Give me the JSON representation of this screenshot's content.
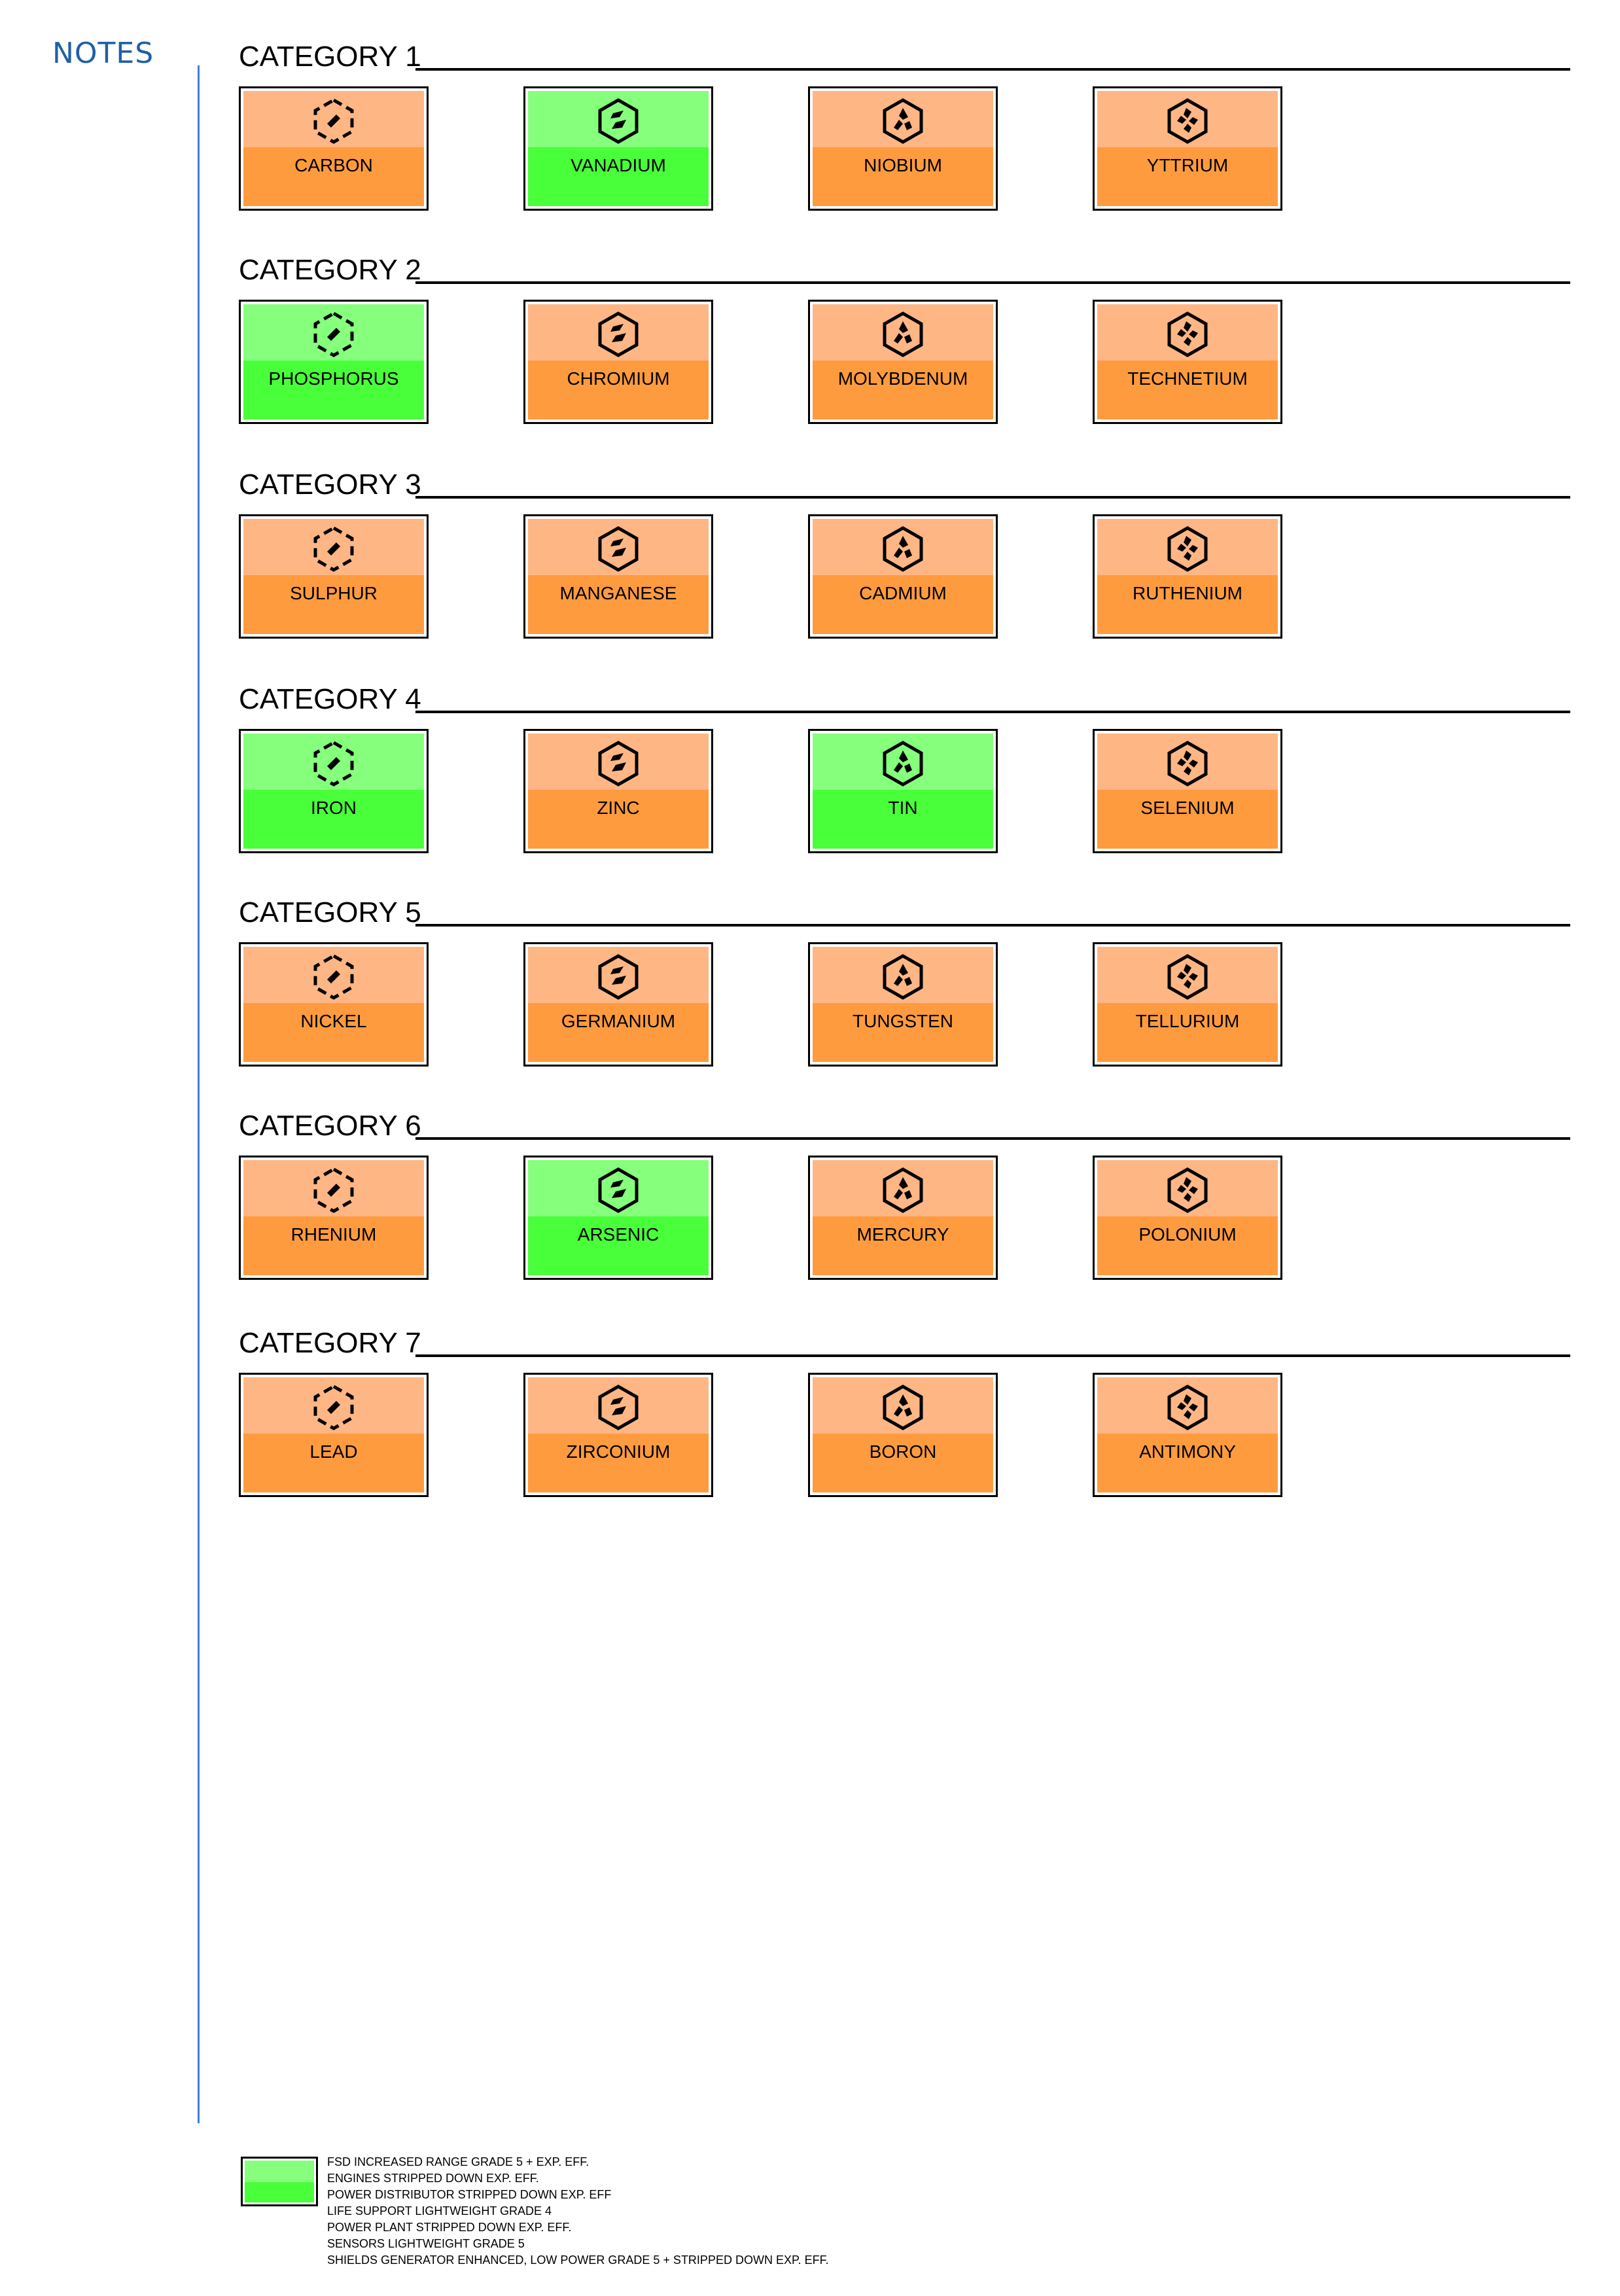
{
  "notes_title": "NOTES",
  "categories": [
    {
      "title": "CATEGORY 1",
      "items": [
        {
          "label": "CARBON",
          "state": "orange",
          "icon": "hex-grade-1-icon"
        },
        {
          "label": "VANADIUM",
          "state": "green",
          "icon": "hex-grade-2-icon"
        },
        {
          "label": "NIOBIUM",
          "state": "orange",
          "icon": "hex-grade-3-icon"
        },
        {
          "label": "YTTRIUM",
          "state": "orange",
          "icon": "hex-grade-4-icon"
        }
      ]
    },
    {
      "title": "CATEGORY 2",
      "items": [
        {
          "label": "PHOSPHORUS",
          "state": "green",
          "icon": "hex-grade-1-icon"
        },
        {
          "label": "CHROMIUM",
          "state": "orange",
          "icon": "hex-grade-2-icon"
        },
        {
          "label": "MOLYBDENUM",
          "state": "orange",
          "icon": "hex-grade-3-icon"
        },
        {
          "label": "TECHNETIUM",
          "state": "orange",
          "icon": "hex-grade-4-icon"
        }
      ]
    },
    {
      "title": "CATEGORY 3",
      "items": [
        {
          "label": "SULPHUR",
          "state": "orange",
          "icon": "hex-grade-1-icon"
        },
        {
          "label": "MANGANESE",
          "state": "orange",
          "icon": "hex-grade-2-icon"
        },
        {
          "label": "CADMIUM",
          "state": "orange",
          "icon": "hex-grade-3-icon"
        },
        {
          "label": "RUTHENIUM",
          "state": "orange",
          "icon": "hex-grade-4-icon"
        }
      ]
    },
    {
      "title": "CATEGORY 4",
      "items": [
        {
          "label": "IRON",
          "state": "green",
          "icon": "hex-grade-1-icon"
        },
        {
          "label": "ZINC",
          "state": "orange",
          "icon": "hex-grade-2-icon"
        },
        {
          "label": "TIN",
          "state": "green",
          "icon": "hex-grade-3-icon"
        },
        {
          "label": "SELENIUM",
          "state": "orange",
          "icon": "hex-grade-4-icon"
        }
      ]
    },
    {
      "title": "CATEGORY 5",
      "items": [
        {
          "label": "NICKEL",
          "state": "orange",
          "icon": "hex-grade-1-icon"
        },
        {
          "label": "GERMANIUM",
          "state": "orange",
          "icon": "hex-grade-2-icon"
        },
        {
          "label": "TUNGSTEN",
          "state": "orange",
          "icon": "hex-grade-3-icon"
        },
        {
          "label": "TELLURIUM",
          "state": "orange",
          "icon": "hex-grade-4-icon"
        }
      ]
    },
    {
      "title": "CATEGORY 6",
      "items": [
        {
          "label": "RHENIUM",
          "state": "orange",
          "icon": "hex-grade-1-icon"
        },
        {
          "label": "ARSENIC",
          "state": "green",
          "icon": "hex-grade-2-icon"
        },
        {
          "label": "MERCURY",
          "state": "orange",
          "icon": "hex-grade-3-icon"
        },
        {
          "label": "POLONIUM",
          "state": "orange",
          "icon": "hex-grade-4-icon"
        }
      ]
    },
    {
      "title": "CATEGORY 7",
      "items": [
        {
          "label": "LEAD",
          "state": "orange",
          "icon": "hex-grade-1-icon"
        },
        {
          "label": "ZIRCONIUM",
          "state": "orange",
          "icon": "hex-grade-2-icon"
        },
        {
          "label": "BORON",
          "state": "orange",
          "icon": "hex-grade-3-icon"
        },
        {
          "label": "ANTIMONY",
          "state": "orange",
          "icon": "hex-grade-4-icon"
        }
      ]
    }
  ],
  "legend": {
    "swatch_state": "green",
    "lines": [
      "FSD INCREASED RANGE GRADE 5 + EXP. EFF.",
      "ENGINES STRIPPED DOWN EXP. EFF.",
      "POWER DISTRIBUTOR STRIPPED DOWN EXP. EFF",
      "LIFE SUPPORT LIGHTWEIGHT GRADE 4",
      "POWER PLANT STRIPPED DOWN EXP. EFF.",
      "SENSORS LIGHTWEIGHT GRADE 5",
      "SHIELDS GENERATOR ENHANCED, LOW POWER GRADE 5 + STRIPPED DOWN EXP. EFF."
    ]
  },
  "colors": {
    "orange_top": "#ffb685",
    "orange_bottom": "#ff9b3f",
    "green_top": "#86ff7d",
    "green_bottom": "#48ff3a",
    "notes_blue": "#1f5fa8"
  }
}
